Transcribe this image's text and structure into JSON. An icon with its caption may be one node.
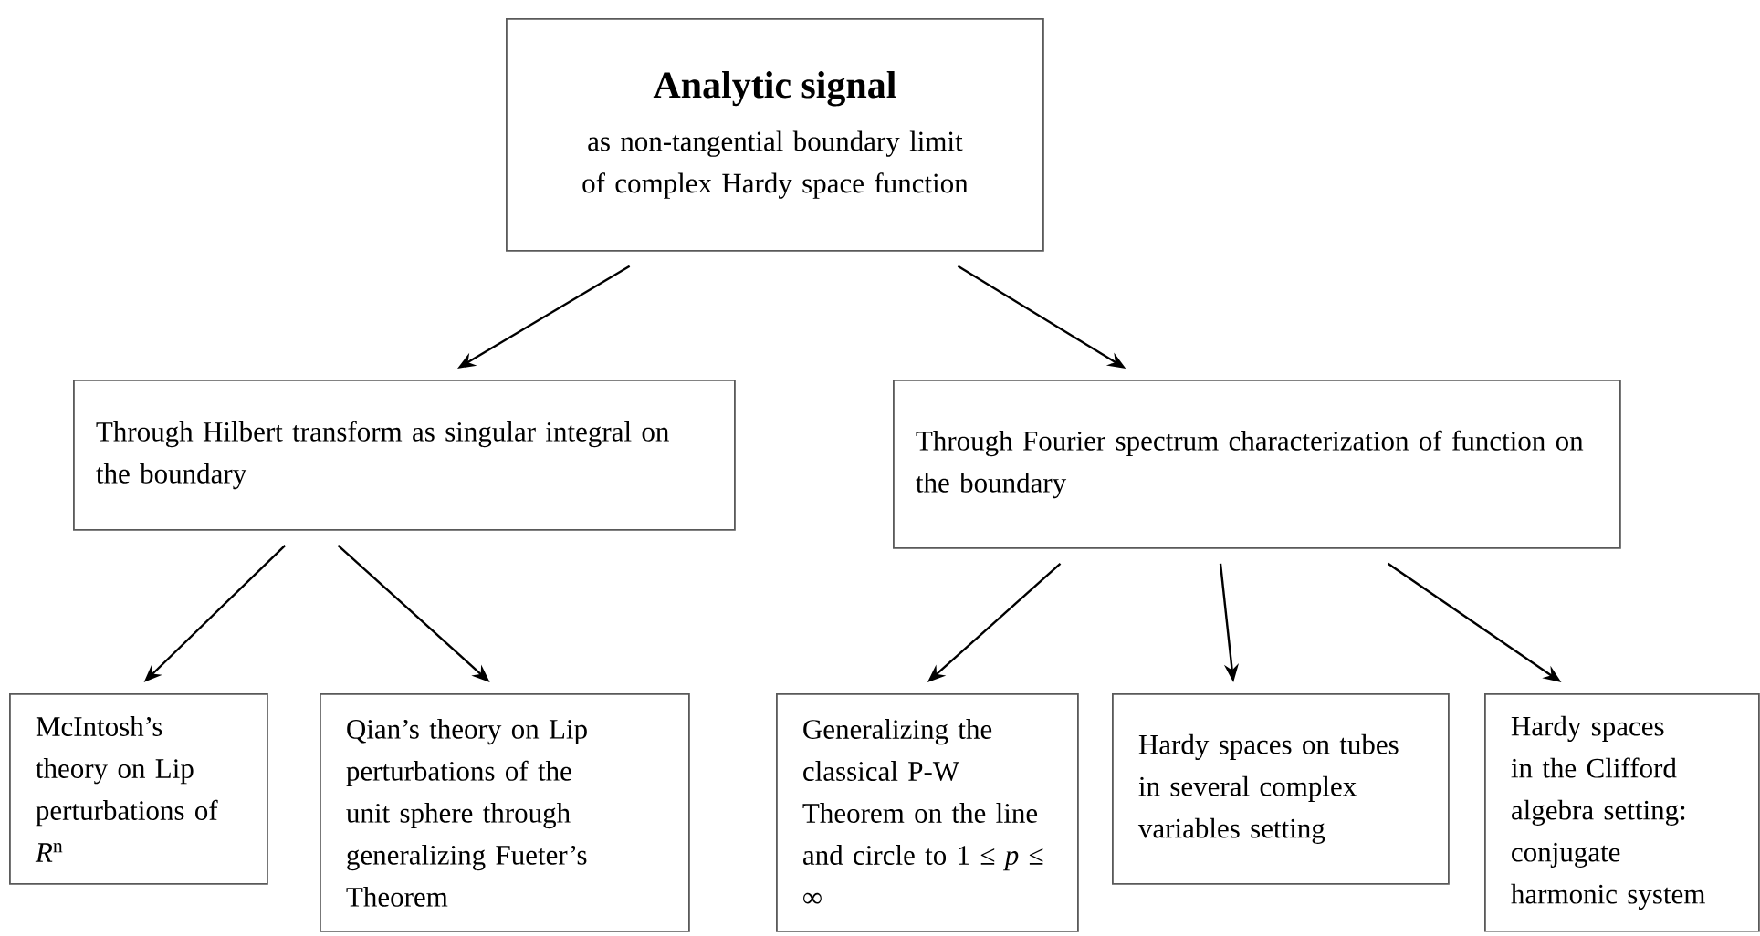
{
  "diagram": {
    "nodes": [
      {
        "text": [
          "Analytic signal",
          "as non-tangential boundary limit of complex Hardy space function"
        ]
      },
      {
        "text": [
          "Through Hilbert transform as singular integral on the boundary"
        ]
      },
      {
        "text": [
          "Through Fourier spectrum characterization of function on the boundary"
        ]
      },
      {
        "text": [
          "McIntosh’s theory on Lip perturbations of *R*$^{n}$"
        ]
      },
      {
        "text": [
          "Qian’s theory on Lip perturbations of the unit sphere through generalizing Fueter’s Theorem"
        ]
      },
      {
        "text": [
          "Generalizing the classical P-W Theorem on the line and circle to 1 ≤ *p* ≤ ∞"
        ]
      },
      {
        "text": [
          "Hardy spaces on tubes in several complex variables setting"
        ]
      },
      {
        "text": [
          "Hardy spaces in the Clifford algebra setting: conjugate harmonic system"
        ]
      }
    ],
    "edges": [
      {
        "from": 0,
        "to": 1,
        "arrow": "to"
      },
      {
        "from": 0,
        "to": 2,
        "arrow": "to"
      },
      {
        "from": 1,
        "to": 3,
        "arrow": "to"
      },
      {
        "from": 1,
        "to": 4,
        "arrow": "to"
      },
      {
        "from": 2,
        "to": 5,
        "arrow": "to"
      },
      {
        "from": 2,
        "to": 6,
        "arrow": "to"
      },
      {
        "from": 2,
        "to": 7,
        "arrow": "to"
      }
    ]
  }
}
